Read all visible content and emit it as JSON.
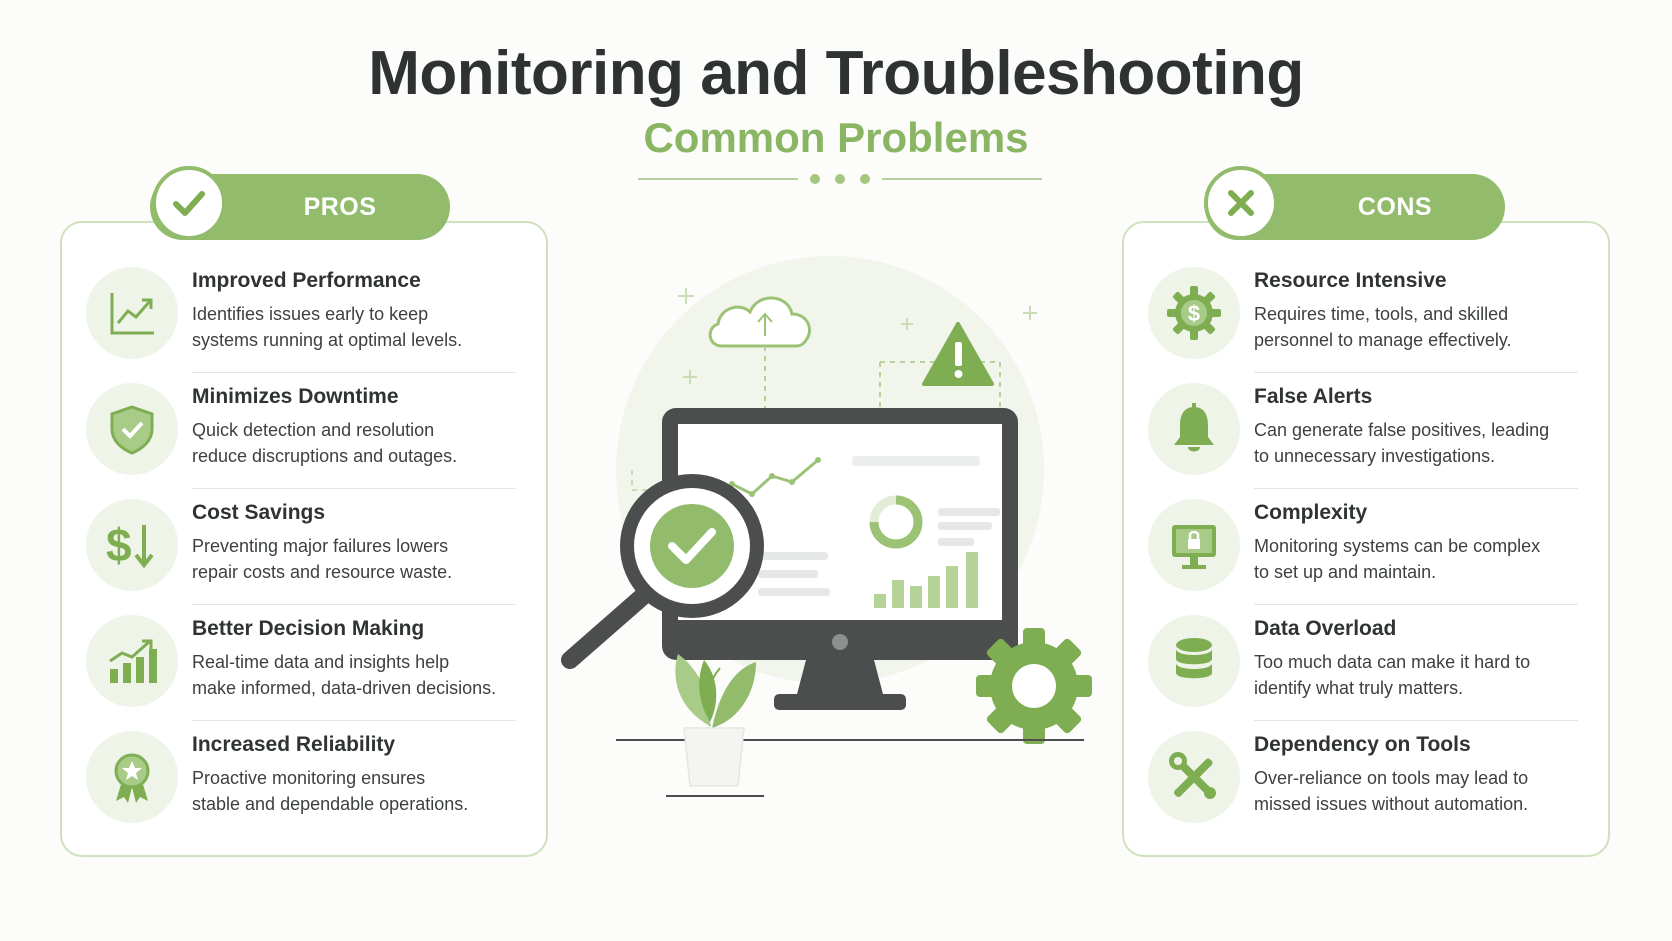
{
  "header": {
    "title": "Monitoring and Troubleshooting",
    "subtitle": "Common Problems"
  },
  "pros": {
    "label": "PROS",
    "items": [
      {
        "title": "Improved Performance",
        "desc_lines": [
          "Identifies issues early to keep",
          "systems running at optimal levels."
        ],
        "icon": "trending-up-chart-icon"
      },
      {
        "title": "Minimizes Downtime",
        "desc_lines": [
          "Quick detection and resolution",
          "reduce discruptions and outages."
        ],
        "icon": "shield-check-icon"
      },
      {
        "title": "Cost Savings",
        "desc_lines": [
          "Preventing major failures lowers",
          "repair costs and resource waste."
        ],
        "icon": "dollar-down-icon"
      },
      {
        "title": "Better Decision Making",
        "desc_lines": [
          "Real-time data and insights help",
          "make informed, data-driven decisions."
        ],
        "icon": "bar-chart-up-icon"
      },
      {
        "title": "Increased Reliability",
        "desc_lines": [
          "Proactive monitoring ensures",
          "stable and dependable operations."
        ],
        "icon": "award-ribbon-icon"
      }
    ]
  },
  "cons": {
    "label": "CONS",
    "items": [
      {
        "title": "Resource Intensive",
        "desc_lines": [
          "Requires time, tools, and skilled",
          "personnel to manage effectively."
        ],
        "icon": "gear-dollar-icon"
      },
      {
        "title": "False Alerts",
        "desc_lines": [
          "Can generate false positives, leading",
          "to unnecessary investigations."
        ],
        "icon": "bell-icon"
      },
      {
        "title": "Complexity",
        "desc_lines": [
          "Monitoring systems can be complex",
          "to set up and maintain."
        ],
        "icon": "monitor-lock-icon"
      },
      {
        "title": "Data Overload",
        "desc_lines": [
          "Too much data can make it hard to",
          "identify what truly matters."
        ],
        "icon": "database-icon"
      },
      {
        "title": "Dependency on Tools",
        "desc_lines": [
          "Over-reliance on tools may lead to",
          "missed issues without automation."
        ],
        "icon": "wrench-screwdriver-icon"
      }
    ]
  },
  "colors": {
    "accent": "#92bb6b",
    "accent_light": "#eef4e8",
    "dark": "#4a4d4c",
    "text": "#2f3332"
  }
}
